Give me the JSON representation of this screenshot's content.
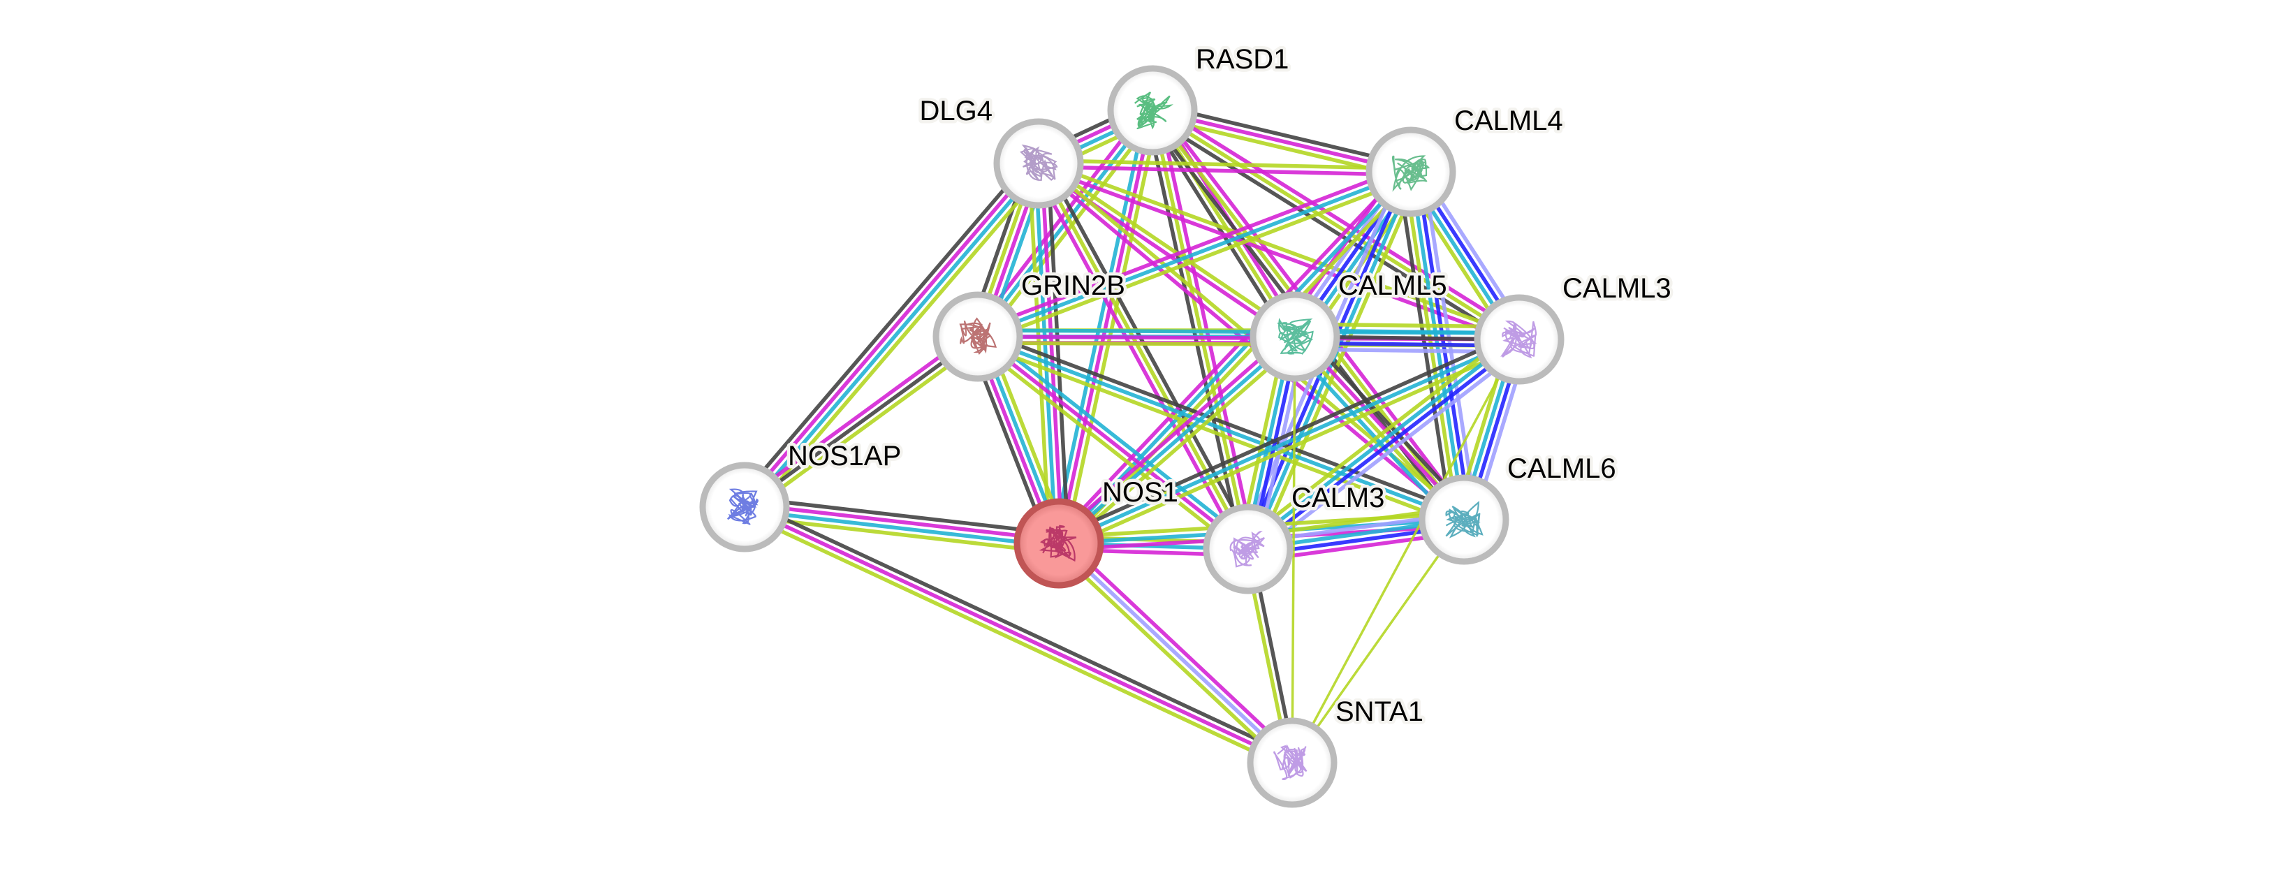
{
  "network": {
    "query_protein": "NOS1",
    "colors": {
      "known_database": "#22b3d4",
      "experimental": "#d524d5",
      "textmining": "#b4d624",
      "coexpression": "#444444",
      "homology": "#a0a0ff",
      "cooccurrence": "#2424ff",
      "node_border": "#bbbbbb",
      "query_fill": "#f99999",
      "query_border": "#c05555"
    },
    "nodes": [
      {
        "id": "RASD1",
        "label": "RASD1",
        "query": false,
        "structure_hue": "#3db36b"
      },
      {
        "id": "DLG4",
        "label": "DLG4",
        "query": false,
        "structure_hue": "#a68cbf"
      },
      {
        "id": "CALML4",
        "label": "CALML4",
        "query": false,
        "structure_hue": "#4fb37a"
      },
      {
        "id": "GRIN2B",
        "label": "GRIN2B",
        "query": false,
        "structure_hue": "#b05a5a"
      },
      {
        "id": "CALML5",
        "label": "CALML5",
        "query": false,
        "structure_hue": "#3fb38c"
      },
      {
        "id": "CALML3",
        "label": "CALML3",
        "query": false,
        "structure_hue": "#b48be0"
      },
      {
        "id": "NOS1AP",
        "label": "NOS1AP",
        "query": false,
        "structure_hue": "#5566dd"
      },
      {
        "id": "NOS1",
        "label": "NOS1",
        "query": true,
        "structure_hue": "#b0285f"
      },
      {
        "id": "CALM3",
        "label": "CALM3",
        "query": false,
        "structure_hue": "#b48be0"
      },
      {
        "id": "CALML6",
        "label": "CALML6",
        "query": false,
        "structure_hue": "#3fa0b3"
      },
      {
        "id": "SNTA1",
        "label": "SNTA1",
        "query": false,
        "structure_hue": "#b48be0"
      }
    ],
    "edges": [
      {
        "a": "RASD1",
        "b": "DLG4",
        "types": [
          "textmining",
          "known_database",
          "experimental",
          "coexpression"
        ]
      },
      {
        "a": "RASD1",
        "b": "CALML4",
        "types": [
          "coexpression",
          "experimental",
          "textmining"
        ]
      },
      {
        "a": "RASD1",
        "b": "GRIN2B",
        "types": [
          "textmining",
          "known_database",
          "experimental"
        ]
      },
      {
        "a": "RASD1",
        "b": "CALML5",
        "types": [
          "experimental",
          "textmining",
          "coexpression"
        ]
      },
      {
        "a": "RASD1",
        "b": "CALML3",
        "types": [
          "experimental",
          "textmining",
          "coexpression"
        ]
      },
      {
        "a": "RASD1",
        "b": "NOS1",
        "types": [
          "textmining",
          "experimental",
          "known_database"
        ]
      },
      {
        "a": "RASD1",
        "b": "CALM3",
        "types": [
          "experimental",
          "textmining",
          "coexpression"
        ]
      },
      {
        "a": "RASD1",
        "b": "CALML6",
        "types": [
          "experimental",
          "textmining",
          "coexpression"
        ]
      },
      {
        "a": "DLG4",
        "b": "CALML4",
        "types": [
          "textmining",
          "experimental"
        ]
      },
      {
        "a": "DLG4",
        "b": "GRIN2B",
        "types": [
          "known_database",
          "experimental",
          "textmining",
          "coexpression"
        ]
      },
      {
        "a": "DLG4",
        "b": "CALML5",
        "types": [
          "textmining",
          "experimental"
        ]
      },
      {
        "a": "DLG4",
        "b": "CALML3",
        "types": [
          "textmining",
          "experimental"
        ]
      },
      {
        "a": "DLG4",
        "b": "NOS1AP",
        "types": [
          "textmining",
          "known_database",
          "experimental",
          "coexpression"
        ]
      },
      {
        "a": "DLG4",
        "b": "NOS1",
        "types": [
          "coexpression",
          "experimental",
          "known_database",
          "textmining"
        ]
      },
      {
        "a": "DLG4",
        "b": "CALM3",
        "types": [
          "coexpression",
          "textmining",
          "experimental"
        ]
      },
      {
        "a": "DLG4",
        "b": "CALML6",
        "types": [
          "textmining",
          "experimental"
        ]
      },
      {
        "a": "CALML4",
        "b": "GRIN2B",
        "types": [
          "textmining",
          "known_database",
          "experimental"
        ]
      },
      {
        "a": "CALML4",
        "b": "CALML5",
        "types": [
          "textmining",
          "known_database",
          "cooccurrence",
          "homology",
          "experimental"
        ]
      },
      {
        "a": "CALML4",
        "b": "CALML3",
        "types": [
          "homology",
          "cooccurrence",
          "known_database",
          "textmining"
        ]
      },
      {
        "a": "CALML4",
        "b": "NOS1",
        "types": [
          "textmining",
          "known_database",
          "experimental"
        ]
      },
      {
        "a": "CALML4",
        "b": "CALM3",
        "types": [
          "textmining",
          "known_database",
          "cooccurrence",
          "homology"
        ]
      },
      {
        "a": "CALML4",
        "b": "CALML6",
        "types": [
          "homology",
          "cooccurrence",
          "known_database",
          "textmining",
          "coexpression"
        ]
      },
      {
        "a": "GRIN2B",
        "b": "CALML5",
        "types": [
          "textmining",
          "known_database",
          "experimental"
        ]
      },
      {
        "a": "GRIN2B",
        "b": "NOS1AP",
        "types": [
          "textmining",
          "coexpression",
          "experimental"
        ]
      },
      {
        "a": "GRIN2B",
        "b": "NOS1",
        "types": [
          "textmining",
          "known_database",
          "experimental",
          "coexpression"
        ]
      },
      {
        "a": "GRIN2B",
        "b": "CALM3",
        "types": [
          "known_database",
          "experimental",
          "textmining"
        ]
      },
      {
        "a": "GRIN2B",
        "b": "CALML6",
        "types": [
          "coexpression",
          "known_database",
          "textmining"
        ]
      },
      {
        "a": "GRIN2B",
        "b": "CALML3",
        "types": [
          "known_database",
          "experimental",
          "textmining"
        ]
      },
      {
        "a": "CALML5",
        "b": "CALML3",
        "types": [
          "textmining",
          "known_database",
          "coexpression",
          "cooccurrence",
          "homology"
        ]
      },
      {
        "a": "CALML5",
        "b": "NOS1",
        "types": [
          "textmining",
          "known_database",
          "experimental"
        ]
      },
      {
        "a": "CALML5",
        "b": "CALM3",
        "types": [
          "homology",
          "cooccurrence",
          "known_database",
          "textmining"
        ]
      },
      {
        "a": "CALML5",
        "b": "CALML6",
        "types": [
          "coexpression",
          "experimental",
          "textmining",
          "known_database"
        ]
      },
      {
        "a": "CALML3",
        "b": "NOS1",
        "types": [
          "textmining",
          "known_database",
          "coexpression"
        ]
      },
      {
        "a": "CALML3",
        "b": "CALM3",
        "types": [
          "homology",
          "cooccurrence",
          "known_database",
          "textmining"
        ]
      },
      {
        "a": "CALML3",
        "b": "CALML6",
        "types": [
          "homology",
          "cooccurrence",
          "known_database",
          "textmining"
        ]
      },
      {
        "a": "NOS1AP",
        "b": "NOS1",
        "types": [
          "coexpression",
          "experimental",
          "known_database",
          "textmining"
        ]
      },
      {
        "a": "NOS1AP",
        "b": "SNTA1",
        "types": [
          "coexpression",
          "experimental",
          "textmining"
        ]
      },
      {
        "a": "NOS1",
        "b": "CALM3",
        "types": [
          "textmining",
          "known_database",
          "experimental"
        ]
      },
      {
        "a": "NOS1",
        "b": "CALML6",
        "types": [
          "textmining",
          "known_database",
          "experimental"
        ]
      },
      {
        "a": "NOS1",
        "b": "SNTA1",
        "types": [
          "experimental",
          "homology",
          "textmining"
        ]
      },
      {
        "a": "CALM3",
        "b": "CALML6",
        "types": [
          "textmining",
          "homology",
          "known_database",
          "cooccurrence",
          "experimental"
        ]
      },
      {
        "a": "CALM3",
        "b": "SNTA1",
        "types": [
          "coexpression",
          "textmining"
        ]
      },
      {
        "a": "CALML6",
        "b": "SNTA1",
        "types": [
          "textmining"
        ]
      },
      {
        "a": "CALML3",
        "b": "SNTA1",
        "types": [
          "textmining"
        ]
      },
      {
        "a": "CALML5",
        "b": "SNTA1",
        "types": [
          "textmining"
        ]
      }
    ]
  }
}
